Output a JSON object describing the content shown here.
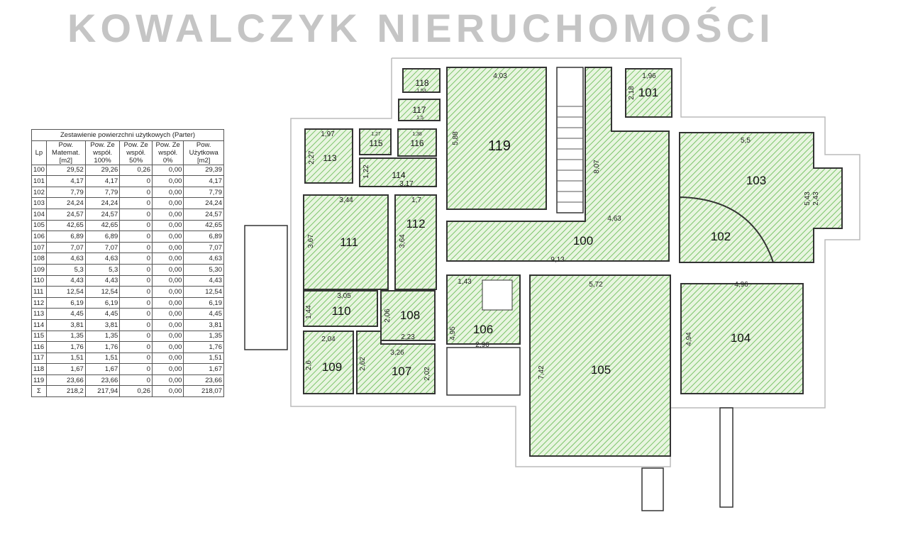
{
  "table": {
    "title": "Zestawienie powierzchni użytkowych (Parter)",
    "headers": [
      "Lp",
      "Pow. Matemat. [m2]",
      "Pow. Ze współ. 100%",
      "Pow. Ze współ. 50%",
      "Pow. Ze współ. 0%",
      "Pow. Użytkowa [m2]"
    ],
    "rows": [
      [
        "100",
        "29,52",
        "29,26",
        "0,26",
        "0,00",
        "29,39"
      ],
      [
        "101",
        "4,17",
        "4,17",
        "0",
        "0,00",
        "4,17"
      ],
      [
        "102",
        "7,79",
        "7,79",
        "0",
        "0,00",
        "7,79"
      ],
      [
        "103",
        "24,24",
        "24,24",
        "0",
        "0,00",
        "24,24"
      ],
      [
        "104",
        "24,57",
        "24,57",
        "0",
        "0,00",
        "24,57"
      ],
      [
        "105",
        "42,65",
        "42,65",
        "0",
        "0,00",
        "42,65"
      ],
      [
        "106",
        "6,89",
        "6,89",
        "0",
        "0,00",
        "6,89"
      ],
      [
        "107",
        "7,07",
        "7,07",
        "0",
        "0,00",
        "7,07"
      ],
      [
        "108",
        "4,63",
        "4,63",
        "0",
        "0,00",
        "4,63"
      ],
      [
        "109",
        "5,3",
        "5,3",
        "0",
        "0,00",
        "5,30"
      ],
      [
        "110",
        "4,43",
        "4,43",
        "0",
        "0,00",
        "4,43"
      ],
      [
        "111",
        "12,54",
        "12,54",
        "0",
        "0,00",
        "12,54"
      ],
      [
        "112",
        "6,19",
        "6,19",
        "0",
        "0,00",
        "6,19"
      ],
      [
        "113",
        "4,45",
        "4,45",
        "0",
        "0,00",
        "4,45"
      ],
      [
        "114",
        "3,81",
        "3,81",
        "0",
        "0,00",
        "3,81"
      ],
      [
        "115",
        "1,35",
        "1,35",
        "0",
        "0,00",
        "1,35"
      ],
      [
        "116",
        "1,76",
        "1,76",
        "0",
        "0,00",
        "1,76"
      ],
      [
        "117",
        "1,51",
        "1,51",
        "0",
        "0,00",
        "1,51"
      ],
      [
        "118",
        "1,67",
        "1,67",
        "0",
        "0,00",
        "1,67"
      ],
      [
        "119",
        "23,66",
        "23,66",
        "0",
        "0,00",
        "23,66"
      ]
    ],
    "total": [
      "Σ",
      "218,2",
      "217,94",
      "0,26",
      "0,00",
      "218,07"
    ]
  },
  "rooms": {
    "r100": "100",
    "r101": "101",
    "r102": "102",
    "r103": "103",
    "r104": "104",
    "r105": "105",
    "r106": "106",
    "r107": "107",
    "r108": "108",
    "r109": "109",
    "r110": "110",
    "r111": "111",
    "r112": "112",
    "r113": "113",
    "r114": "114",
    "r115": "115",
    "r116": "116",
    "r117": "117",
    "r118": "118",
    "r119": "119"
  },
  "dimensions": {
    "d119w": "4,03",
    "d119h": "5,88",
    "d101w": "1,96",
    "d101h": "2,18",
    "d103w": "5,5",
    "d103h": "5,43",
    "d103b": "2,43",
    "d100a": "4,63",
    "d100b": "9,13",
    "d100c": "8,07",
    "d105w": "5,72",
    "d105h": "7,42",
    "d104w": "4,96",
    "d104h": "4,94",
    "d113w": "1,97",
    "d113h": "2,27",
    "d115w": "1,27",
    "d116w": "1,38",
    "d114w": "3,17",
    "d114h": "1,22",
    "d118w": "1,53",
    "d117w": "1,5",
    "d111w": "3,44",
    "d111h": "3,67",
    "d112w": "1,7",
    "d112h": "3,64",
    "d110w": "3,05",
    "d110h": "1,44",
    "d108w": "2,23",
    "d108h": "2,06",
    "d109w": "2,04",
    "d109h": "2,6",
    "d107w": "3,26",
    "d107h": "2,62",
    "d107b": "2,02",
    "d106w": "2,96",
    "d106h": "4,95",
    "d106t": "1,43"
  },
  "watermark": "KOWALCZYK NIERUCHOMOŚCI",
  "colors": {
    "hatch": "#7cc46a",
    "fill": "#e8f5e0"
  }
}
